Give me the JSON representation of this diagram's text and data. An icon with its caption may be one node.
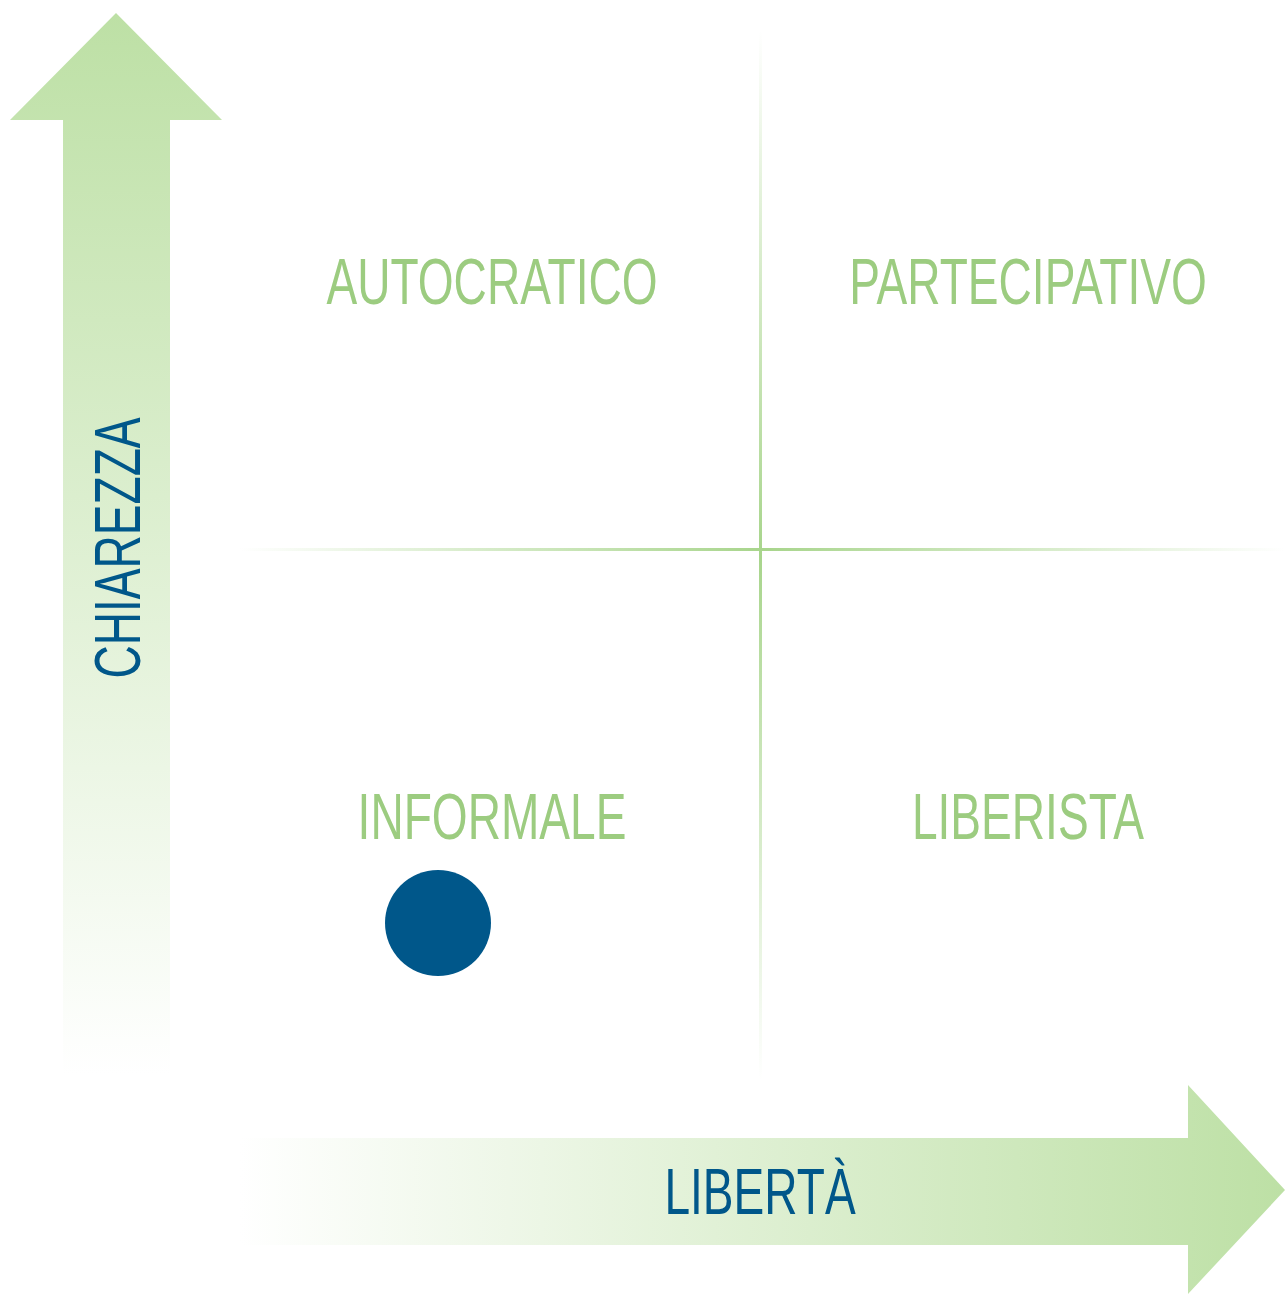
{
  "diagram": {
    "nodes": [
      {
        "text": [],
        "shape": "circle"
      }
    ],
    "labels": [
      "AUTOCRATICO",
      "PARTECIPATIVO",
      "CHIAREZZA",
      "INFORMALE",
      "LIBERISTA",
      "LIBERTÀ"
    ]
  }
}
